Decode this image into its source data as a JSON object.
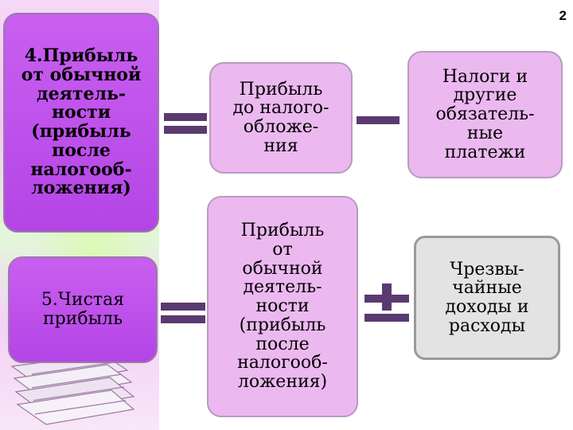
{
  "slide": {
    "page_number": "2"
  },
  "boxes": {
    "profit_ordinary": "4.Прибыль\nот обычной\nдеятель-\nности\n(прибыль\nпосле\nналогооб-\nложения)",
    "net_profit": "5.Чистая\nприбыль",
    "pretax_profit": "Прибыль\nдо налого-\nобложе-\nния",
    "taxes": "Налоги и\nдругие\nобязатель-\nные\nплатежи",
    "ordinary_profit_mid": "Прибыль\nот\nобычной\nдеятель-\nности\n(прибыль\nпосле\nналогооб-\nложения)",
    "extraordinary": "Чрезвы-\nчайные\nдоходы и\nрасходы"
  },
  "colors": {
    "box_dark": "#b445e6",
    "box_light": "#ecb8f0",
    "box_grey": "#e3e3e3",
    "operator": "#5a3a70"
  }
}
